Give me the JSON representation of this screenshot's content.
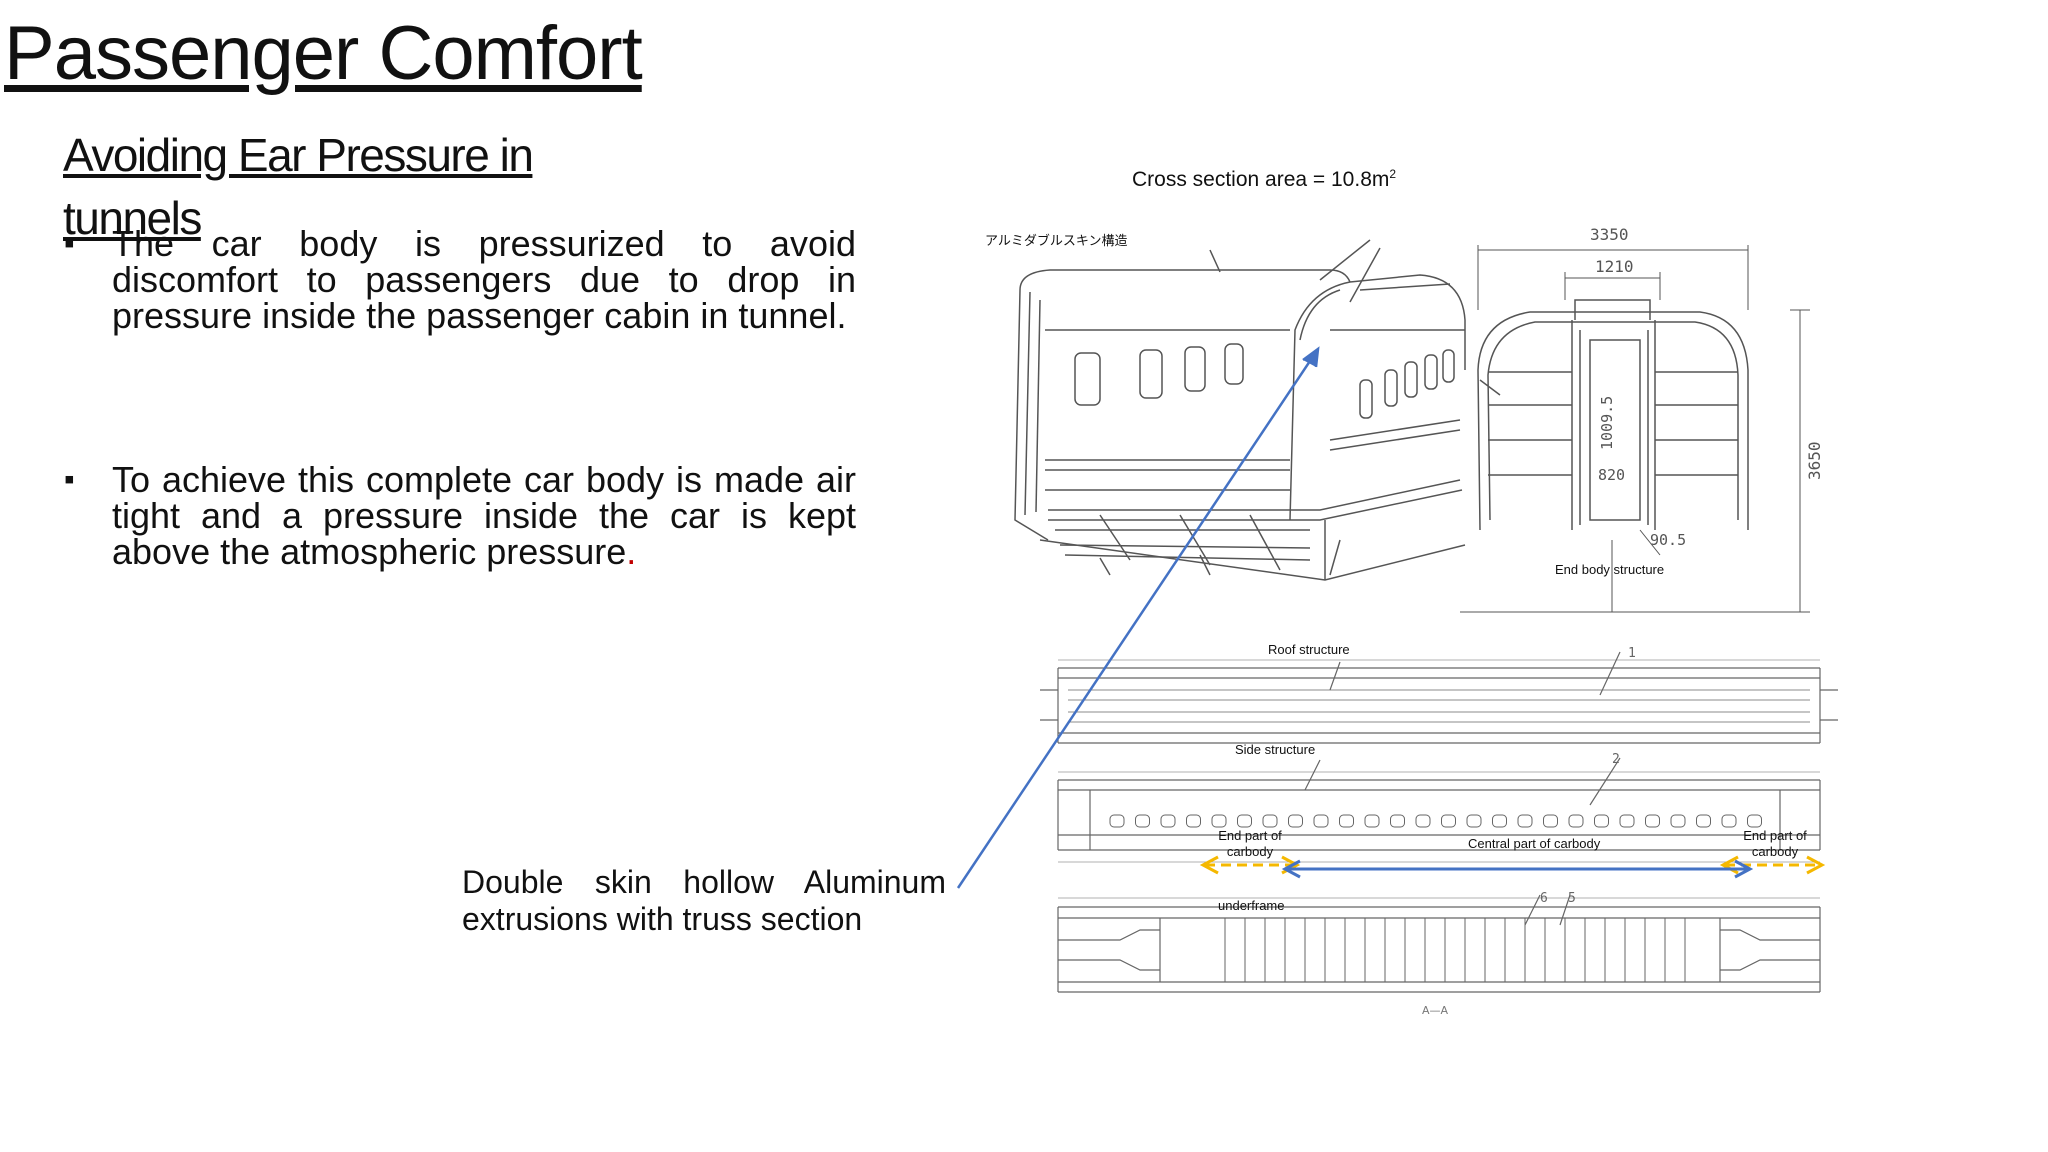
{
  "slide": {
    "title": "Passenger Comfort",
    "subtitle": "Avoiding Ear Pressure in tunnels",
    "bullets": [
      {
        "marker": "▪",
        "text": "The car body is pressurized to avoid discomfort to passengers due to drop in pressure inside the passenger cabin in tunnel."
      },
      {
        "marker": "▪",
        "text": "To achieve this complete car body is made air tight and a pressure inside the car is kept above the atmospheric pressure",
        "end": "."
      }
    ],
    "caption": "Double skin hollow Aluminum extrusions with truss section"
  },
  "figure": {
    "cross_section_label": "Cross section area = 10.8m",
    "cross_section_sup": "2",
    "japanese_label": "アルミダブルスキン構造",
    "dims": {
      "width_outer": "3350",
      "width_inner": "1210",
      "height": "3650",
      "inner_h": "1009.5",
      "floor_w": "820",
      "floor_h": "90.5"
    },
    "labels": {
      "end_body": "End body structure",
      "roof": "Roof structure",
      "side": "Side structure",
      "end_part_left": "End part of carbody",
      "central": "Central part of carbody",
      "end_part_right": "End part of carbody",
      "underframe": "underframe",
      "view": "A—A"
    },
    "part_numbers": {
      "p1": "1",
      "p2": "2",
      "p5": "5",
      "p6": "6"
    },
    "colors": {
      "arrow_blue": "#4472c4",
      "dash_yellow": "#f5b800",
      "drawing_line": "#555555"
    }
  }
}
